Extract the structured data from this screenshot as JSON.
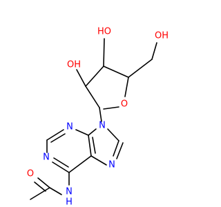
{
  "molecule": {
    "colors": {
      "carbon_bond": "#000000",
      "nitrogen": "#0000ff",
      "oxygen": "#ff0000",
      "background": "#ffffff"
    },
    "atom_labels": {
      "o_ring": "O",
      "ho_3prime": "HO",
      "oh_2prime": "OH",
      "oh_5prime": "OH",
      "n9": "N",
      "n3": "N",
      "n1": "N",
      "n7": "N",
      "nh_amide": "N",
      "nh_hydrogen": "H",
      "o_carbonyl": "O"
    }
  }
}
